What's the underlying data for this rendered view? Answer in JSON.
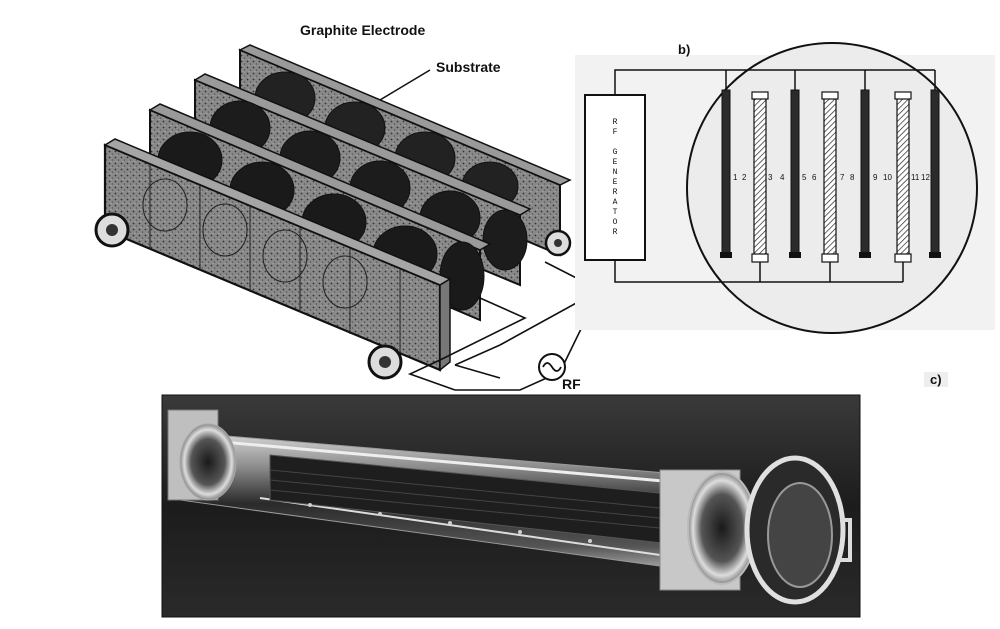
{
  "panel_a": {
    "graphite_electrode_label": "Graphite Electrode",
    "substrate_label": "Substrate",
    "rf_label": "RF"
  },
  "panel_b": {
    "letter": "b)",
    "rf_generator_label": "RF GENERATOR",
    "electrode_numbers": [
      "1",
      "2",
      "3",
      "4",
      "5",
      "6",
      "7",
      "8",
      "9",
      "10",
      "11",
      "12"
    ]
  },
  "panel_c": {
    "letter": "c)"
  }
}
